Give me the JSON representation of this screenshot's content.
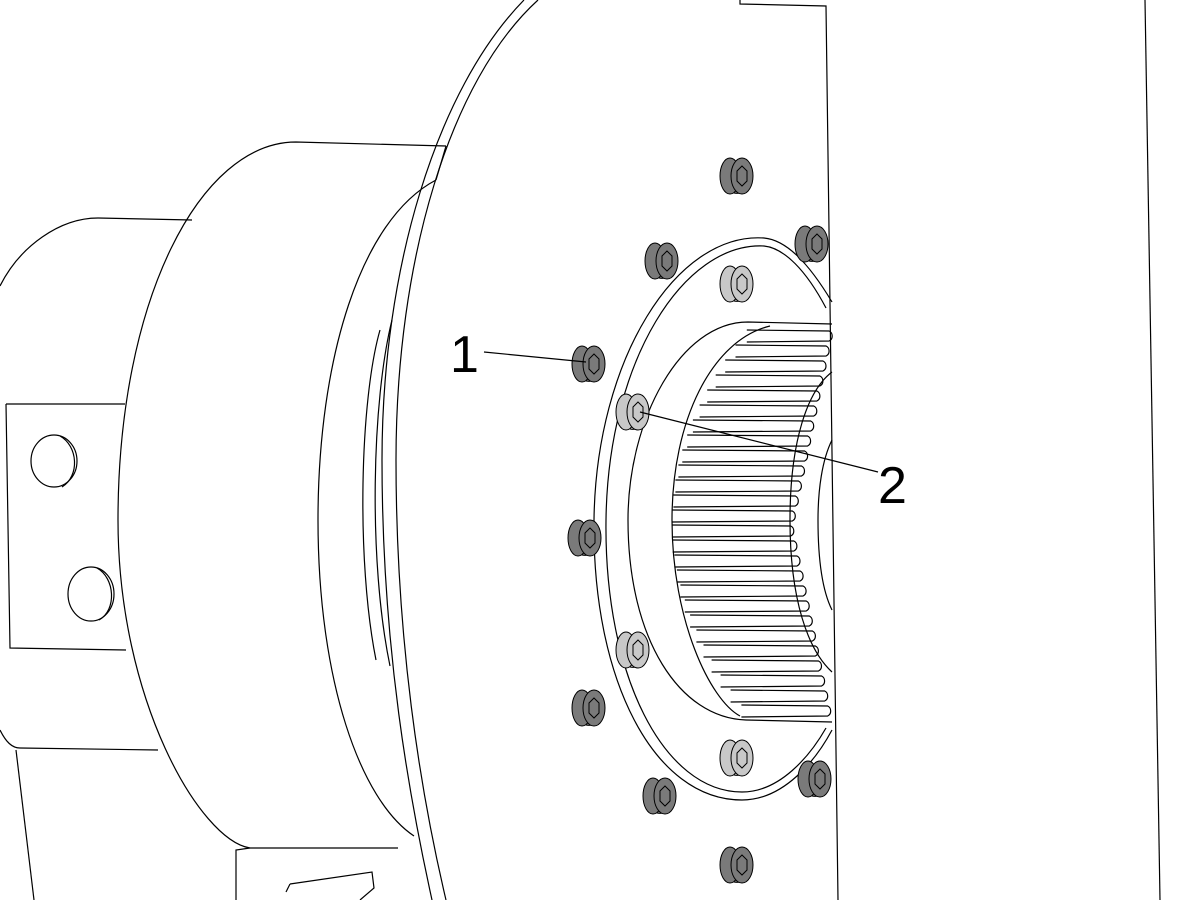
{
  "diagram": {
    "callouts": [
      {
        "id": "1",
        "label": "1"
      },
      {
        "id": "2",
        "label": "2"
      }
    ],
    "colors": {
      "line": "#000000",
      "background": "#ffffff",
      "bolt_dark": "#7a7a7a",
      "bolt_light": "#c8c8c8"
    },
    "icons": [
      "socket-head-bolt-dark",
      "socket-head-bolt-light"
    ]
  }
}
